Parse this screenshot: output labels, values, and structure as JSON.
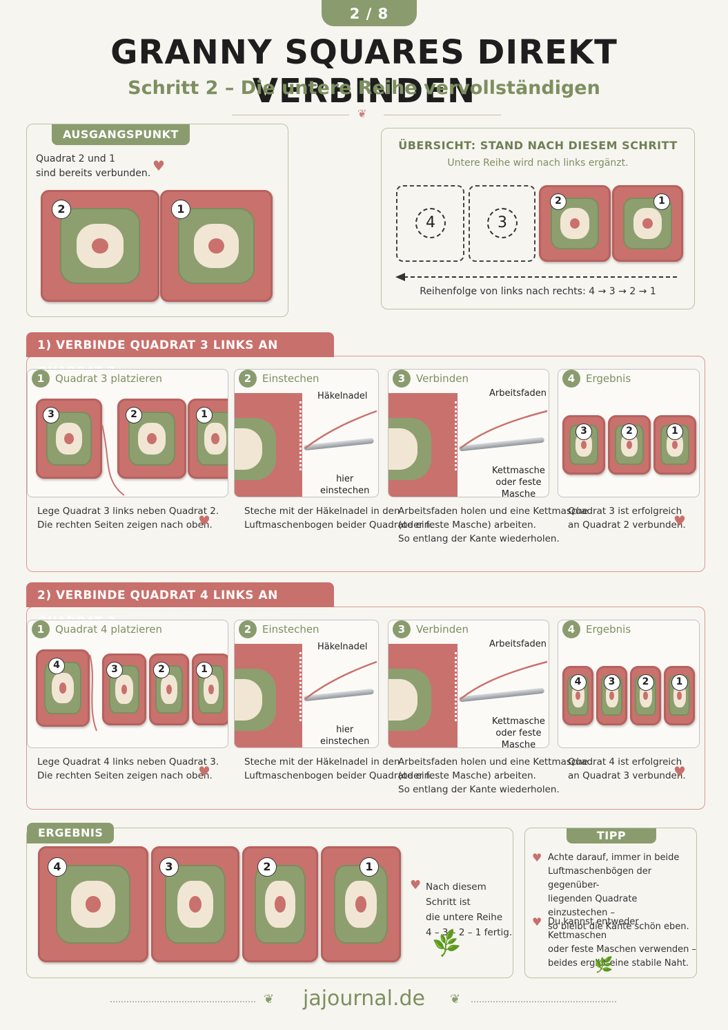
{
  "header": {
    "page": "2 / 8",
    "title": "GRANNY SQUARES DIREKT VERBINDEN",
    "subtitle": "Schritt 2 – Die untere Reihe vervollständigen"
  },
  "start": {
    "tab": "AUSGANGSPUNKT",
    "text_line1": "Quadrat 2 und 1",
    "text_line2": "sind bereits verbunden.",
    "squares": [
      "2",
      "1"
    ]
  },
  "overview": {
    "title": "ÜBERSICHT: STAND NACH DIESEM SCHRITT",
    "subtitle": "Untere Reihe wird nach links ergänzt.",
    "placeholders": [
      "4",
      "3"
    ],
    "squares": [
      "2",
      "1"
    ],
    "order": "Reihenfolge von links nach rechts:  4 → 3 → 2 → 1"
  },
  "section1": {
    "tab": "1) VERBINDE QUADRAT 3 LINKS AN QUADRAT 2",
    "steps": [
      {
        "num": "1",
        "label": "Quadrat 3 platzieren",
        "line1": "Lege Quadrat 3 links neben Quadrat 2.",
        "line2": "Die rechten Seiten zeigen nach oben.",
        "line3": ""
      },
      {
        "num": "2",
        "label": "Einstechen",
        "line1": "Steche mit der Häkelnadel in den",
        "line2": "Luftmaschenbogen beider Quadrate ein.",
        "line3": ""
      },
      {
        "num": "3",
        "label": "Verbinden",
        "line1": "Arbeitsfaden holen und eine Kettmasche",
        "line2": "(oder feste Masche) arbeiten.",
        "line3": "So entlang der Kante wiederholen."
      },
      {
        "num": "4",
        "label": "Ergebnis",
        "line1": "Quadrat 3 ist erfolgreich",
        "line2": "an Quadrat 2 verbunden.",
        "line3": ""
      }
    ],
    "place_squares": [
      "3",
      "2",
      "1"
    ],
    "result_squares": [
      "3",
      "2",
      "1"
    ],
    "annot_needle": "Häkelnadel",
    "annot_here": "hier\neinstechen",
    "annot_thread": "Arbeitsfaden",
    "annot_stitch": "Kettmasche\noder feste\nMasche"
  },
  "section2": {
    "tab": "2) VERBINDE QUADRAT 4 LINKS AN QUADRAT 3",
    "steps": [
      {
        "num": "1",
        "label": "Quadrat 4 platzieren",
        "line1": "Lege Quadrat 4 links neben Quadrat 3.",
        "line2": "Die rechten Seiten zeigen nach oben.",
        "line3": ""
      },
      {
        "num": "2",
        "label": "Einstechen",
        "line1": "Steche mit der Häkelnadel in den",
        "line2": "Luftmaschenbogen beider Quadrate ein.",
        "line3": ""
      },
      {
        "num": "3",
        "label": "Verbinden",
        "line1": "Arbeitsfaden holen und eine Kettmasche",
        "line2": "(oder feste Masche) arbeiten.",
        "line3": "So entlang der Kante wiederholen."
      },
      {
        "num": "4",
        "label": "Ergebnis",
        "line1": "Quadrat 4 ist erfolgreich",
        "line2": "an Quadrat 3 verbunden.",
        "line3": ""
      }
    ],
    "place_squares": [
      "4",
      "3",
      "2",
      "1"
    ],
    "result_squares": [
      "4",
      "3",
      "2",
      "1"
    ],
    "annot_needle": "Häkelnadel",
    "annot_here": "hier\neinstechen",
    "annot_thread": "Arbeitsfaden",
    "annot_stitch": "Kettmasche\noder feste\nMasche"
  },
  "result": {
    "tab": "ERGEBNIS",
    "squares": [
      "4",
      "3",
      "2",
      "1"
    ],
    "line1": "Nach diesem Schritt ist",
    "line2": "die untere Reihe",
    "line3": "4 – 3 – 2 – 1 fertig."
  },
  "tip": {
    "tab": "TIPP",
    "tip1": [
      "Achte darauf, immer in beide",
      "Luftmaschenbögen der gegenüber-",
      "liegenden Quadrate einzustechen –",
      "so bleibt die Kante schön eben."
    ],
    "tip2": [
      "Du kannst entweder Kettmaschen",
      "oder feste Maschen verwenden –",
      "beides ergibt eine stabile Naht."
    ]
  },
  "footer": "jajournal.de",
  "colors": {
    "green": "#8a9c6e",
    "rose": "#c9716d",
    "cream": "#f1e6d4"
  }
}
